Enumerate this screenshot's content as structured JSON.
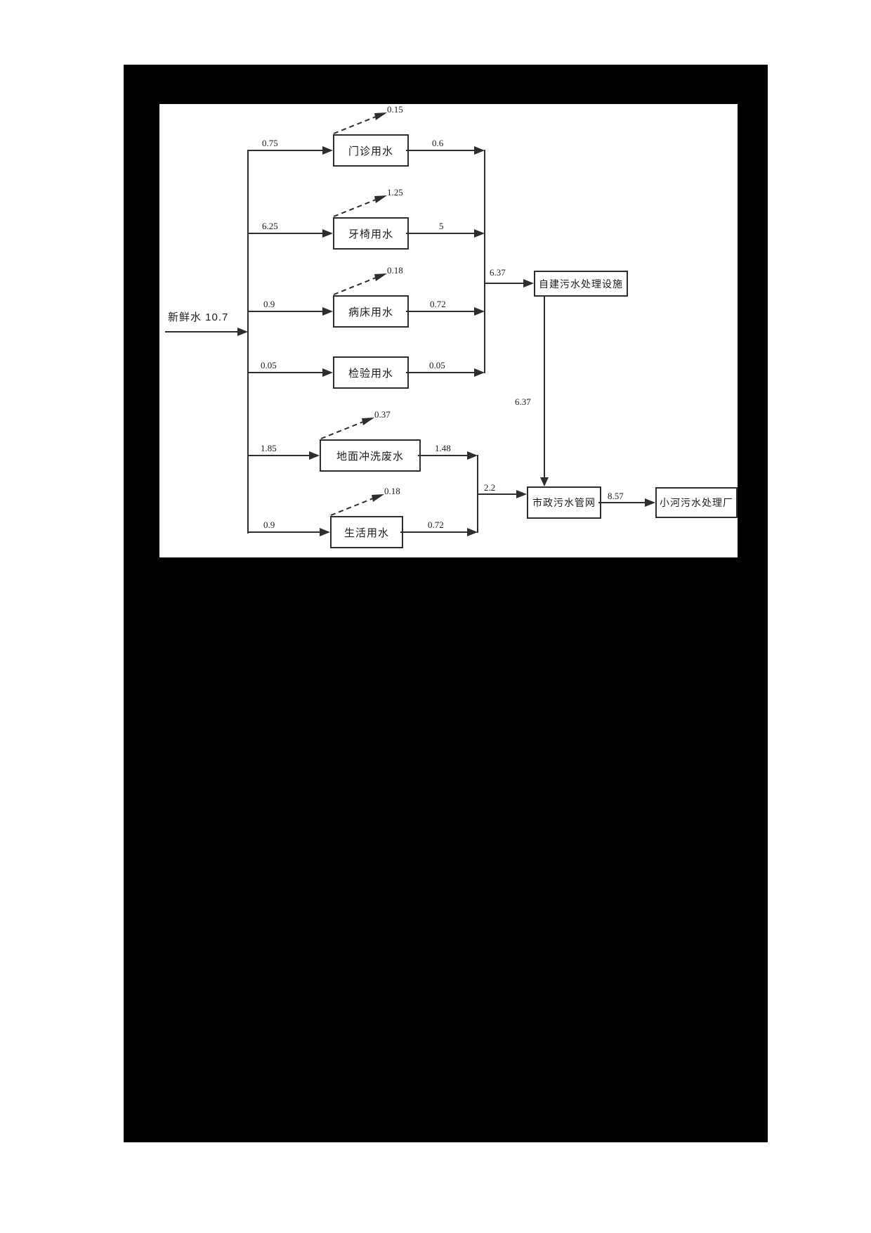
{
  "page": {
    "background": "#ffffff",
    "mat_color": "#000000",
    "panel_color": "#ffffff",
    "line_color": "#2e2e2e"
  },
  "diagram": {
    "source": {
      "label": "新鲜水 10.7"
    },
    "rows": [
      {
        "name": "门诊用水",
        "input": "0.75",
        "loss": "0.15",
        "output": "0.6"
      },
      {
        "name": "牙椅用水",
        "input": "6.25",
        "loss": "1.25",
        "output": "5"
      },
      {
        "name": "病床用水",
        "input": "0.9",
        "loss": "0.18",
        "output": "0.72"
      },
      {
        "name": "检验用水",
        "input": "0.05",
        "output": "0.05"
      },
      {
        "name": "地面冲洗废水",
        "input": "1.85",
        "loss": "0.37",
        "output": "1.48"
      },
      {
        "name": "生活用水",
        "input": "0.9",
        "loss": "0.18",
        "output": "0.72"
      }
    ],
    "treatment": {
      "label": "自建污水处理设施",
      "inflow": "6.37",
      "outflow": "6.37"
    },
    "municipal": {
      "label": "市政污水管网",
      "combined_inflow": "2.2",
      "outflow": "8.57"
    },
    "plant": {
      "label": "小河污水处理厂"
    }
  }
}
